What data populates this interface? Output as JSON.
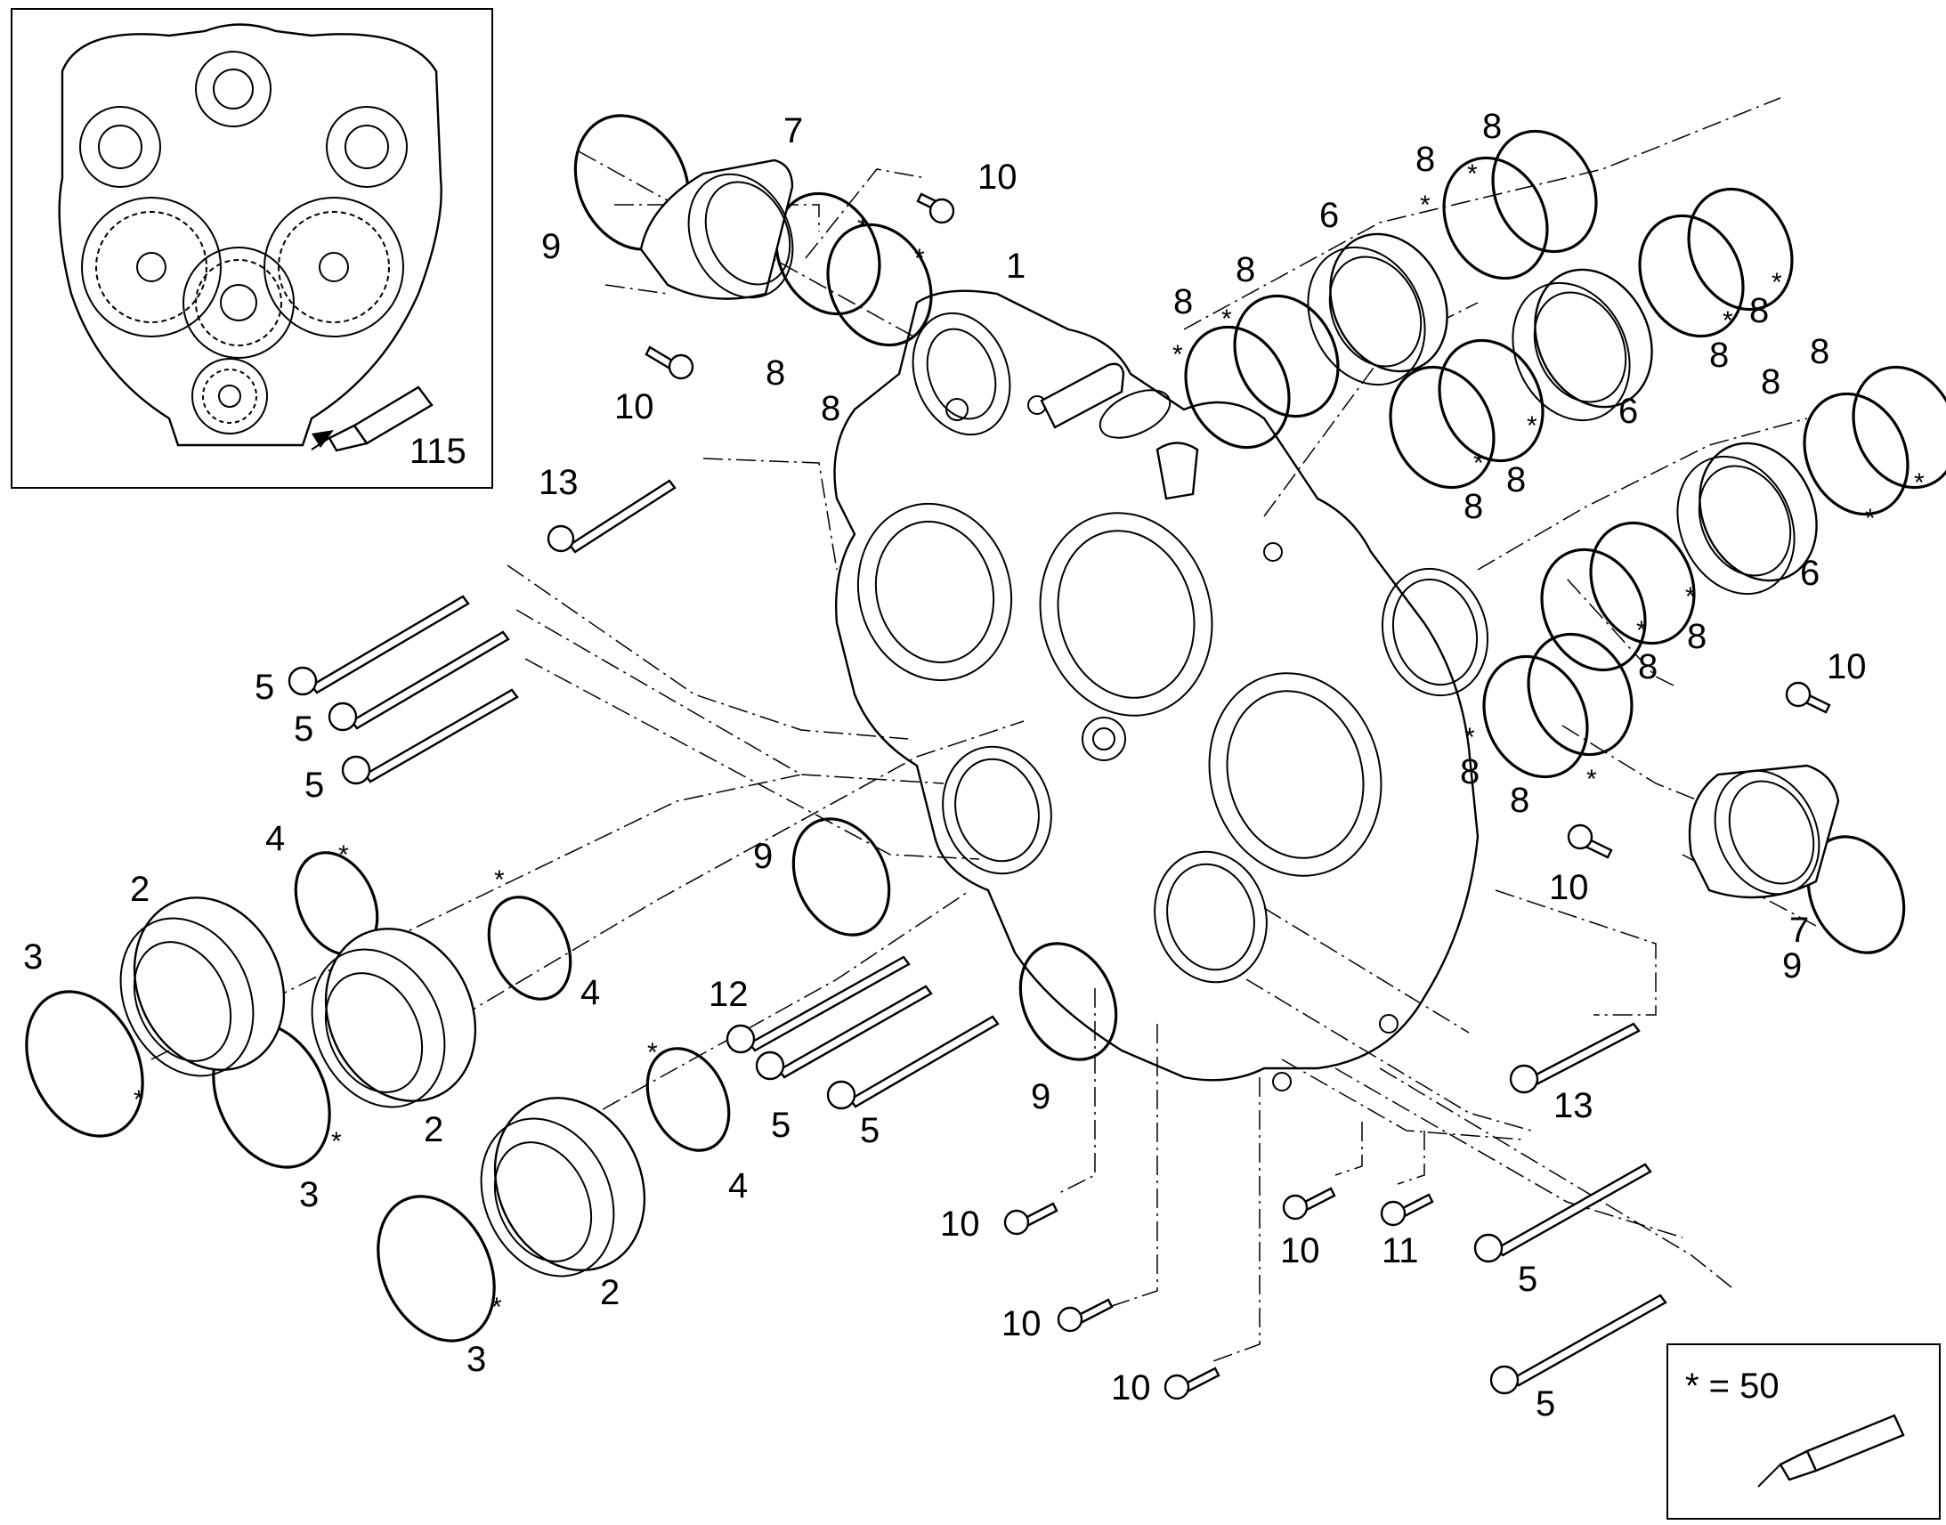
{
  "callouts": {
    "inset_note": "115",
    "legend_note": "* = 50",
    "asterisk": "*",
    "n1": "1",
    "n2": "2",
    "n3": "3",
    "n4": "4",
    "n5": "5",
    "n6": "6",
    "n7": "7",
    "n8": "8",
    "n9": "9",
    "n10": "10",
    "n11": "11",
    "n12": "12",
    "n13": "13"
  }
}
